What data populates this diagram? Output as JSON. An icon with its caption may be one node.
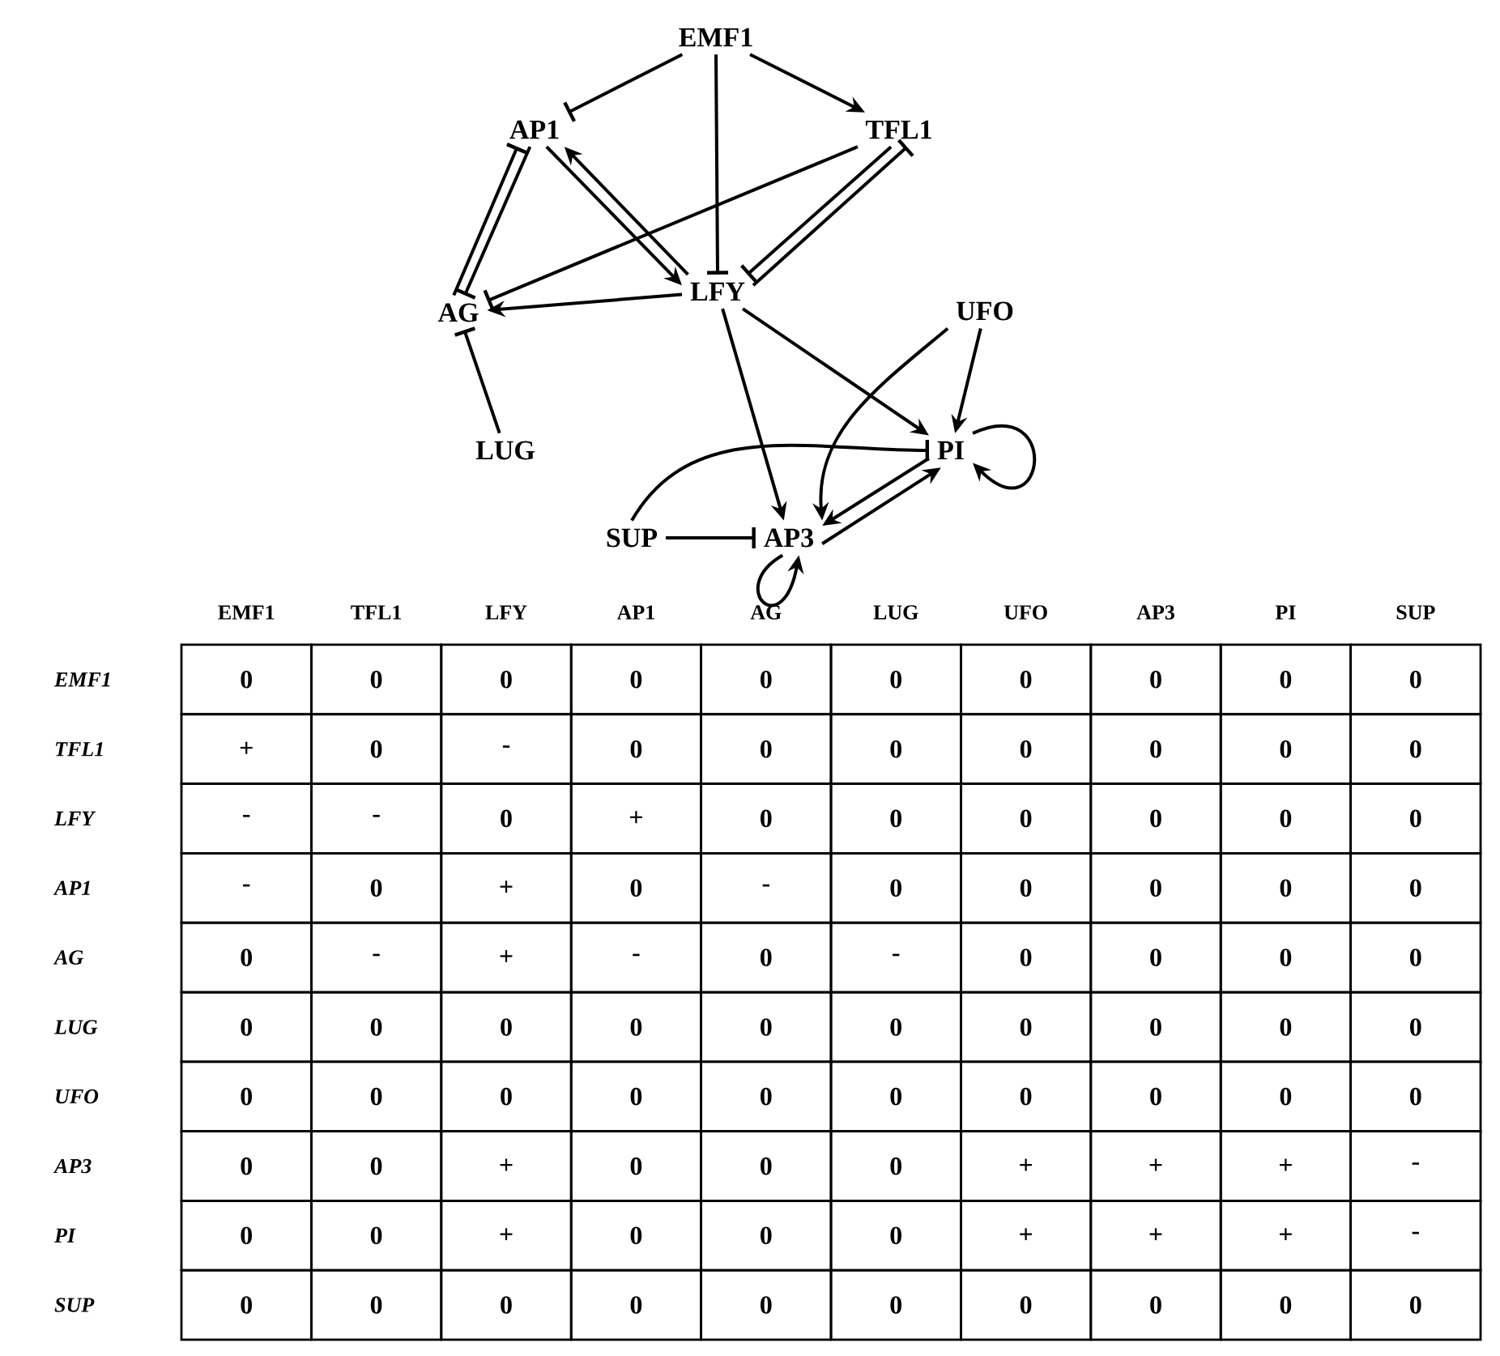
{
  "diagram": {
    "nodes": [
      {
        "text": [
          "EMF1"
        ]
      },
      {
        "text": [
          "AP1"
        ]
      },
      {
        "text": [
          "TFL1"
        ]
      },
      {
        "text": [
          "LFY"
        ]
      },
      {
        "text": [
          "AG"
        ]
      },
      {
        "text": [
          "UFO"
        ]
      },
      {
        "text": [
          "LUG"
        ]
      },
      {
        "text": [
          "PI"
        ]
      },
      {
        "text": [
          "SUP"
        ]
      },
      {
        "text": [
          "AP3"
        ]
      }
    ],
    "edges": [
      {
        "from": 0,
        "to": 1,
        "arrow": "other"
      },
      {
        "from": 0,
        "to": 2,
        "arrow": "to"
      },
      {
        "from": 0,
        "to": 3,
        "arrow": "other"
      },
      {
        "from": 2,
        "to": 4,
        "arrow": "other"
      },
      {
        "from": 2,
        "to": 3,
        "arrow": "other"
      },
      {
        "from": 3,
        "to": 2,
        "arrow": "other"
      },
      {
        "from": 1,
        "to": 3,
        "arrow": "to"
      },
      {
        "from": 3,
        "to": 1,
        "arrow": "to"
      },
      {
        "from": 1,
        "to": 4,
        "arrow": "other"
      },
      {
        "from": 4,
        "to": 1,
        "arrow": "other"
      },
      {
        "from": 3,
        "to": 4,
        "arrow": "to"
      },
      {
        "from": 6,
        "to": 4,
        "arrow": "other"
      },
      {
        "from": 3,
        "to": 7,
        "arrow": "to"
      },
      {
        "from": 3,
        "to": 9,
        "arrow": "to"
      },
      {
        "from": 5,
        "to": 9,
        "arrow": "to"
      },
      {
        "from": 5,
        "to": 7,
        "arrow": "to"
      },
      {
        "from": 8,
        "to": 7,
        "arrow": "other"
      },
      {
        "from": 8,
        "to": 9,
        "arrow": "other"
      },
      {
        "from": 7,
        "to": 9,
        "arrow": "to"
      },
      {
        "from": 9,
        "to": 7,
        "arrow": "to"
      },
      {
        "from": 7,
        "to": 7,
        "arrow": "to"
      },
      {
        "from": 9,
        "to": 9,
        "arrow": "to"
      }
    ],
    "labels": [
      "EMF1",
      "TFL1",
      "LFY",
      "AP1",
      "AG",
      "LUG",
      "UFO",
      "AP3",
      "PI",
      "SUP",
      "EMF1",
      "0",
      "0",
      "0",
      "0",
      "0",
      "0",
      "0",
      "0",
      "0",
      "0",
      "TFL1",
      "+",
      "0",
      "-",
      "0",
      "0",
      "0",
      "0",
      "0",
      "0",
      "0",
      "LFY",
      "-",
      "-",
      "0",
      "+",
      "0",
      "0",
      "0",
      "0",
      "0",
      "0",
      "AP1",
      "-",
      "0",
      "+",
      "0",
      "-",
      "0",
      "0",
      "0",
      "0",
      "0",
      "AG",
      "0",
      "-",
      "+",
      "-",
      "0",
      "-",
      "0",
      "0",
      "0",
      "0",
      "LUG",
      "0",
      "0",
      "0",
      "0",
      "0",
      "0",
      "0",
      "0",
      "0",
      "0",
      "UFO",
      "0",
      "0",
      "0",
      "0",
      "0",
      "0",
      "0",
      "0",
      "0",
      "0",
      "AP3",
      "0",
      "0",
      "+",
      "0",
      "0",
      "0",
      "+",
      "+",
      "+",
      "-",
      "PI",
      "0",
      "0",
      "+",
      "0",
      "0",
      "0",
      "+",
      "+",
      "+",
      "-",
      "SUP",
      "0",
      "0",
      "0",
      "0",
      "0",
      "0",
      "0",
      "0",
      "0",
      "0"
    ]
  }
}
